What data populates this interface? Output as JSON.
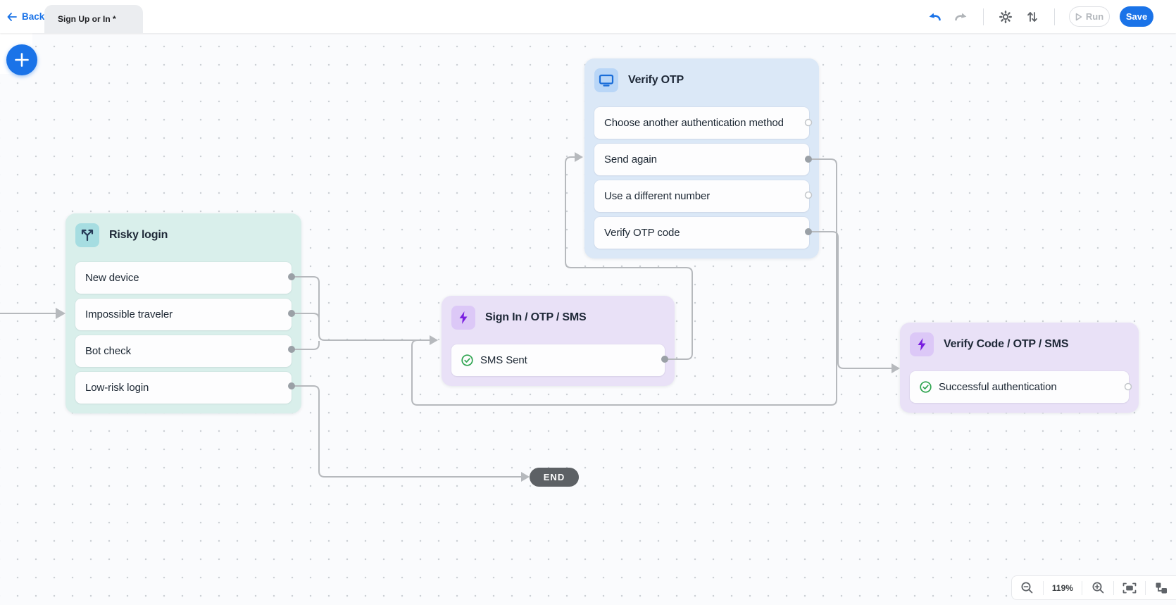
{
  "topbar": {
    "back_label": "Back",
    "tab_label": "Sign Up or In *",
    "run_label": "Run",
    "save_label": "Save",
    "icons": [
      "undo-icon",
      "redo-icon",
      "gear-icon",
      "import-export-icon",
      "play-icon"
    ]
  },
  "canvas": {
    "zoom_level": "119%",
    "add_button_icon": "plus-icon",
    "zoombar_icons": [
      "zoom-out-icon",
      "zoom-in-icon",
      "fit-screen-icon",
      "auto-layout-icon"
    ]
  },
  "colors": {
    "accent_blue": "#1a73e8",
    "wire_gray": "#b6b9bd",
    "node_teal": "#d9efeb",
    "node_blue": "#dbe8f7",
    "node_purple": "#e9e1f7",
    "status_green": "#2ea44f",
    "end_gray": "#5d6165"
  },
  "nodes": [
    {
      "title": "Risky login",
      "icon": "branch-icon",
      "color": "teal",
      "items": [
        {
          "label": "New device",
          "connector": "filled"
        },
        {
          "label": "Impossible traveler",
          "connector": "filled"
        },
        {
          "label": "Bot check",
          "connector": "filled"
        },
        {
          "label": "Low-risk login",
          "connector": "filled"
        }
      ]
    },
    {
      "title": "Verify OTP",
      "icon": "screen-icon",
      "color": "blue",
      "items": [
        {
          "label": "Choose another authentication method",
          "connector": "hollow"
        },
        {
          "label": "Send again",
          "connector": "filled"
        },
        {
          "label": "Use a different number",
          "connector": "hollow"
        },
        {
          "label": "Verify OTP code",
          "connector": "filled"
        }
      ]
    },
    {
      "title": "Sign In / OTP / SMS",
      "icon": "bolt-icon",
      "color": "purple",
      "items": [
        {
          "label": "SMS Sent",
          "icon": "check-circle-icon",
          "connector": "filled"
        }
      ]
    },
    {
      "title": "Verify Code / OTP / SMS",
      "icon": "bolt-icon",
      "color": "purple",
      "items": [
        {
          "label": "Successful authentication",
          "icon": "check-circle-icon",
          "connector": "hollow"
        }
      ]
    }
  ],
  "end_node": {
    "label": "END"
  }
}
